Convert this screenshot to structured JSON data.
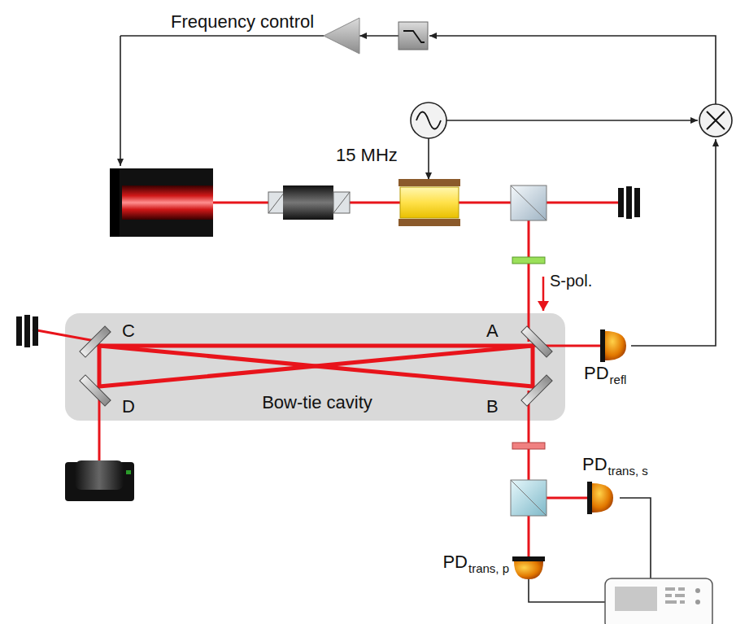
{
  "diagram": {
    "nodes": [
      {
        "text": [
          "Bow-tie cavity"
        ]
      }
    ],
    "labels": [
      "Frequency control",
      "15 MHz",
      "S-pol.",
      "C",
      "A",
      "D",
      "B",
      "PD",
      "refl",
      "PD",
      "trans, s",
      "PD",
      "trans, p"
    ]
  }
}
